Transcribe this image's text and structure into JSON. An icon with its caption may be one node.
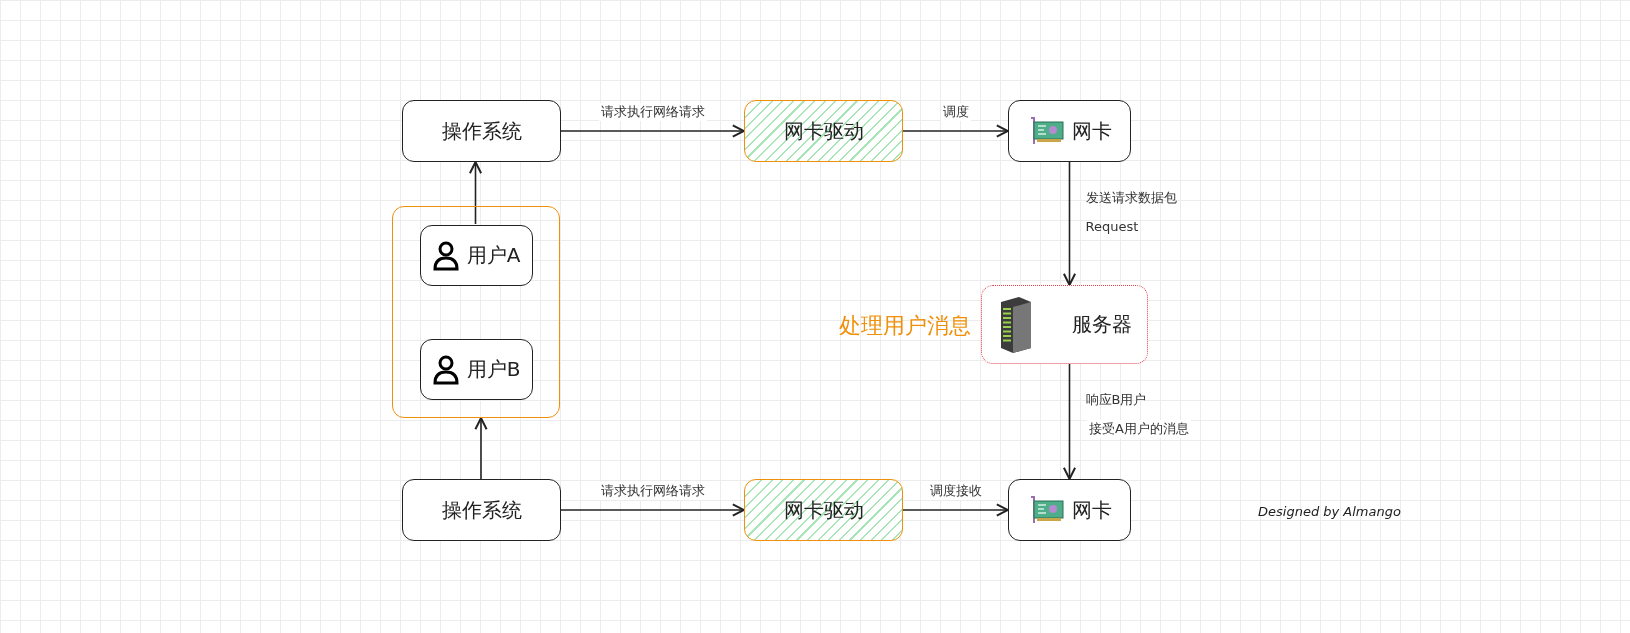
{
  "diagram": {
    "nodes": [
      {
        "text": [
          "操作系统"
        ]
      },
      {
        "text": [
          "网卡驱动"
        ]
      },
      {
        "text": [
          "网卡"
        ]
      },
      {
        "text": [],
        "shape": "box"
      },
      {
        "text": [
          "用户A"
        ],
        "in": 3
      },
      {
        "text": [
          "用户B"
        ],
        "in": 3
      },
      {
        "text": [
          "服务器"
        ],
        "beside": [
          "处理用户消息"
        ]
      },
      {
        "text": [
          "操作系统"
        ]
      },
      {
        "text": [
          "网卡驱动"
        ]
      },
      {
        "text": [
          "网卡"
        ]
      }
    ],
    "edges": [
      {
        "from": 0,
        "to": 1,
        "arrow": "to",
        "label": "请求执行网络请求"
      },
      {
        "from": 1,
        "to": 2,
        "arrow": "to",
        "label": "调度"
      },
      {
        "from": 4,
        "to": 0,
        "arrow": "to"
      },
      {
        "from": 2,
        "to": 6,
        "arrow": "to",
        "label": "发送请求数据包 Request"
      },
      {
        "from": 6,
        "to": 9,
        "arrow": "to",
        "label": "响应B用户"
      },
      {
        "from": 7,
        "to": 3,
        "arrow": "to"
      },
      {
        "from": 7,
        "to": 8,
        "arrow": "to",
        "label": "请求执行网络请求"
      },
      {
        "from": 8,
        "to": 9,
        "arrow": "to",
        "label": "调度接收"
      }
    ],
    "labels": [
      "接受A用户的消息",
      "Designed by Almango"
    ]
  }
}
